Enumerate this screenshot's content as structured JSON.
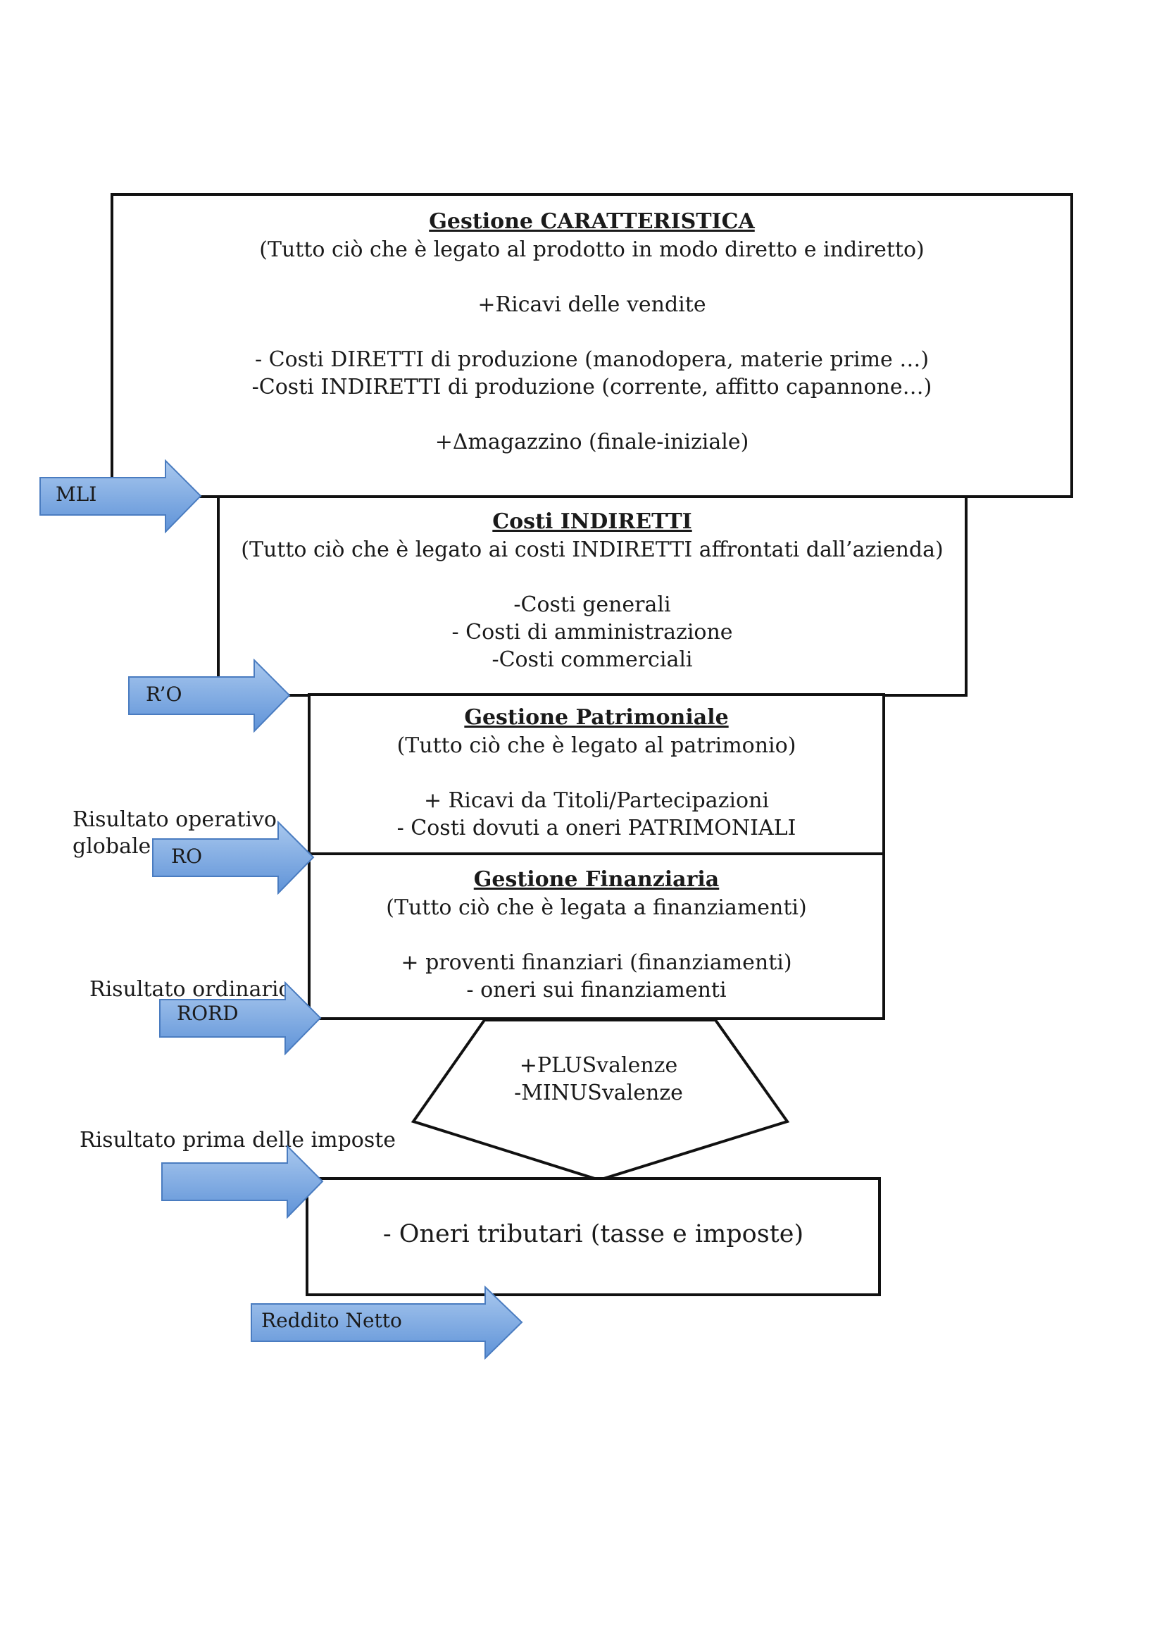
{
  "boxes": {
    "caratteristica": {
      "title": "Gestione CARATTERISTICA",
      "lines": [
        "(Tutto ciò che è legato al prodotto in modo diretto e indiretto)",
        "",
        "+Ricavi delle vendite",
        "",
        "- Costi DIRETTI di produzione (manodopera, materie prime …)",
        "-Costi INDIRETTI di produzione (corrente, affitto capannone…)",
        "",
        "+Δmagazzino (finale-iniziale)"
      ]
    },
    "costi_indiretti": {
      "title": "Costi INDIRETTI",
      "lines": [
        "(Tutto ciò che è legato ai costi INDIRETTI affrontati dall’azienda)",
        "",
        "-Costi generali",
        "- Costi di amministrazione",
        "-Costi commerciali"
      ]
    },
    "patrimoniale": {
      "title": "Gestione Patrimoniale",
      "lines": [
        "(Tutto ciò che è legato al patrimonio)",
        "",
        "+ Ricavi da Titoli/Partecipazioni",
        "- Costi dovuti a oneri PATRIMONIALI"
      ]
    },
    "finanziaria": {
      "title": "Gestione Finanziaria",
      "lines": [
        "(Tutto ciò che è legata a finanziamenti)",
        "",
        "+ proventi finanziari (finanziamenti)",
        "- oneri sui finanziamenti"
      ]
    },
    "plusvalenze": {
      "lines": [
        "+PLUSvalenze",
        "-MINUSvalenze"
      ]
    },
    "taxes": {
      "lines": [
        "- Oneri tributari (tasse e imposte)"
      ]
    }
  },
  "arrows": {
    "mli": "MLI",
    "ro_prime": "R’O",
    "ro": "RO",
    "rord": "RORD",
    "reddito_netto": "Reddito Netto"
  },
  "side_labels": {
    "risultato_operativo_1": "Risultato operativo",
    "risultato_operativo_2": "globale",
    "risultato_ordinario": "Risultato ordinario",
    "risultato_prima_imposte": "Risultato prima delle imposte"
  },
  "colors": {
    "arrow_fill_top": "#a9c8ee",
    "arrow_fill_bottom": "#5f93d8",
    "arrow_stroke": "#4a7cc0",
    "box_border": "#111111"
  }
}
